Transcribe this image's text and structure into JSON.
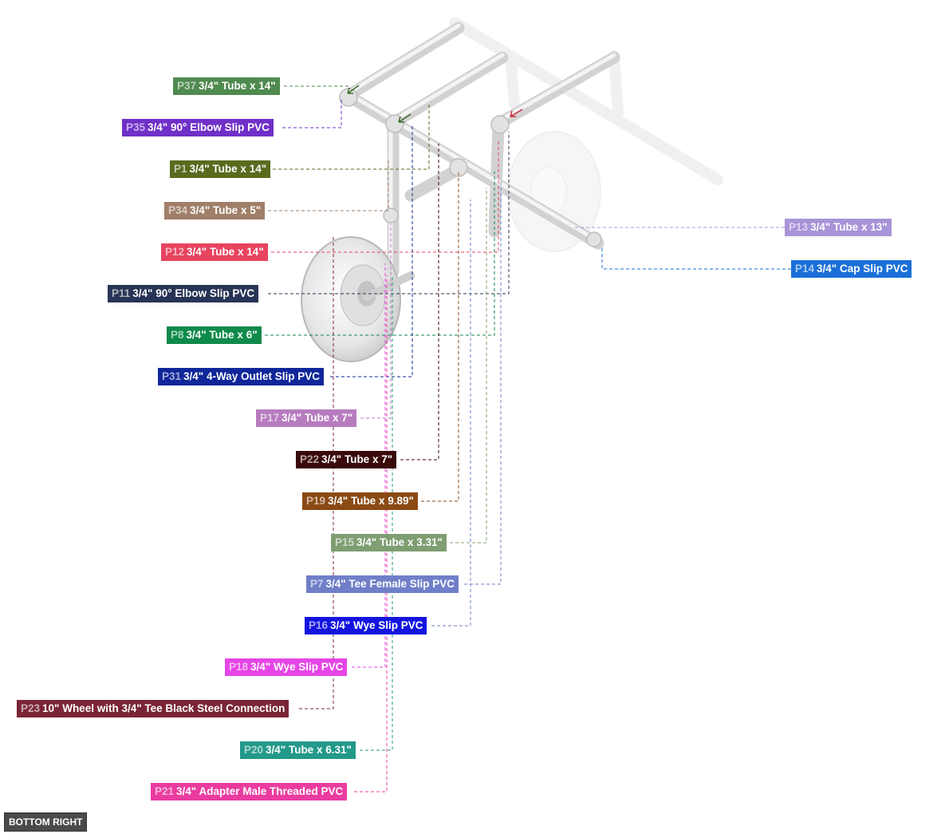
{
  "view_label": "BOTTOM RIGHT",
  "parts": [
    {
      "id": "P37",
      "name": "3/4\" Tube x 14\"",
      "color": "#4f8a4f"
    },
    {
      "id": "P35",
      "name": "3/4\" 90° Elbow Slip PVC",
      "color": "#7030c8"
    },
    {
      "id": "P1",
      "name": "3/4\" Tube x 14\"",
      "color": "#5a6a1e"
    },
    {
      "id": "P34",
      "name": "3/4\" Tube x 5\"",
      "color": "#a07f68"
    },
    {
      "id": "P12",
      "name": "3/4\" Tube x 14\"",
      "color": "#e8435f"
    },
    {
      "id": "P11",
      "name": "3/4\" 90° Elbow Slip PVC",
      "color": "#283456"
    },
    {
      "id": "P8",
      "name": "3/4\" Tube x 6\"",
      "color": "#0f8a4a"
    },
    {
      "id": "P31",
      "name": "3/4\" 4-Way Outlet Slip PVC",
      "color": "#10279a"
    },
    {
      "id": "P17",
      "name": "3/4\" Tube x 7\"",
      "color": "#b77cbf"
    },
    {
      "id": "P22",
      "name": "3/4\" Tube x 7\"",
      "color": "#3a0a0a"
    },
    {
      "id": "P19",
      "name": "3/4\" Tube x 9.89\"",
      "color": "#8a4a14"
    },
    {
      "id": "P15",
      "name": "3/4\" Tube x 3.31\"",
      "color": "#7f9e72"
    },
    {
      "id": "P7",
      "name": "3/4\" Tee Female Slip PVC",
      "color": "#6f7fc8"
    },
    {
      "id": "P16",
      "name": "3/4\" Wye Slip PVC",
      "color": "#1414e0"
    },
    {
      "id": "P18",
      "name": "3/4\" Wye Slip PVC",
      "color": "#e545e5"
    },
    {
      "id": "P23",
      "name": "10\" Wheel with 3/4\" Tee Black Steel Connection",
      "color": "#7a2535"
    },
    {
      "id": "P20",
      "name": "3/4\" Tube x 6.31\"",
      "color": "#23998a"
    },
    {
      "id": "P21",
      "name": "3/4\" Adapter Male Threaded PVC",
      "color": "#ea3ca0"
    },
    {
      "id": "P13",
      "name": "3/4\" Tube x 13\"",
      "color": "#a894d8"
    },
    {
      "id": "P14",
      "name": "3/4\" Cap Slip PVC",
      "color": "#1a6fd8"
    }
  ]
}
